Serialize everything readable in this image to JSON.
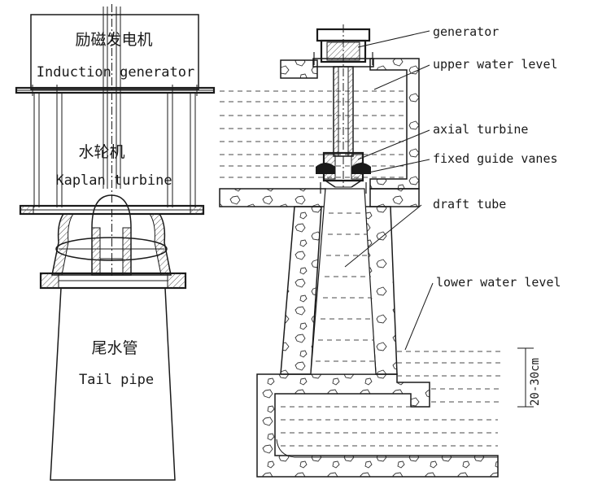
{
  "left_figure": {
    "generator_label_cn": "励磁发电机",
    "generator_label_en": "Induction generator",
    "turbine_label_cn": "水轮机",
    "turbine_label_en": "Kaplan turbine",
    "tailpipe_label_cn": "尾水管",
    "tailpipe_label_en": "Tail pipe"
  },
  "right_figure": {
    "labels": {
      "generator": "generator",
      "upper_water_level": "upper water level",
      "axial_turbine": "axial turbine",
      "fixed_guide_vanes": "fixed guide vanes",
      "draft_tube": "draft tube",
      "lower_water_level": "lower water level",
      "depth_dimension": "20-30cm"
    }
  }
}
